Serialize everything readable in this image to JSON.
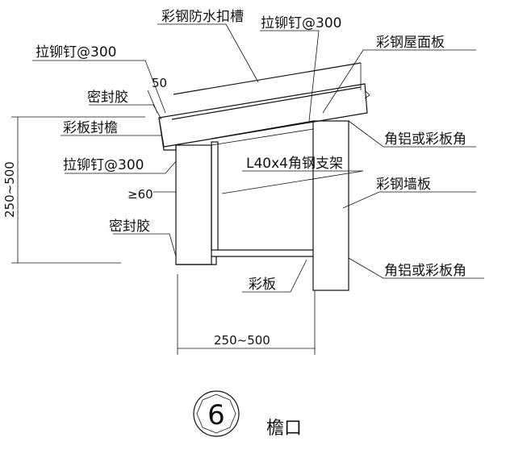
{
  "title": "檐口",
  "detail_number": "6",
  "labels": {
    "gutter": "彩钢防水扣槽",
    "rivet_top": "拉铆钉@300",
    "roof_panel": "彩钢屋面板",
    "rivet_left_top": "拉铆钉@300",
    "dim_50": "50",
    "sealant_top": "密封胶",
    "fascia": "彩板封檐",
    "corner_top": "角铝或彩板角",
    "rivet_left_mid": "拉铆钉@300",
    "bracket": "L40x4角钢支架",
    "wall_panel": "彩钢墙板",
    "min_60": "≥60",
    "sealant_bottom": "密封胶",
    "corner_bottom": "角铝或彩板角",
    "soffit": "彩板"
  },
  "dimensions": {
    "vertical": "250~500",
    "horizontal": "250~500"
  }
}
